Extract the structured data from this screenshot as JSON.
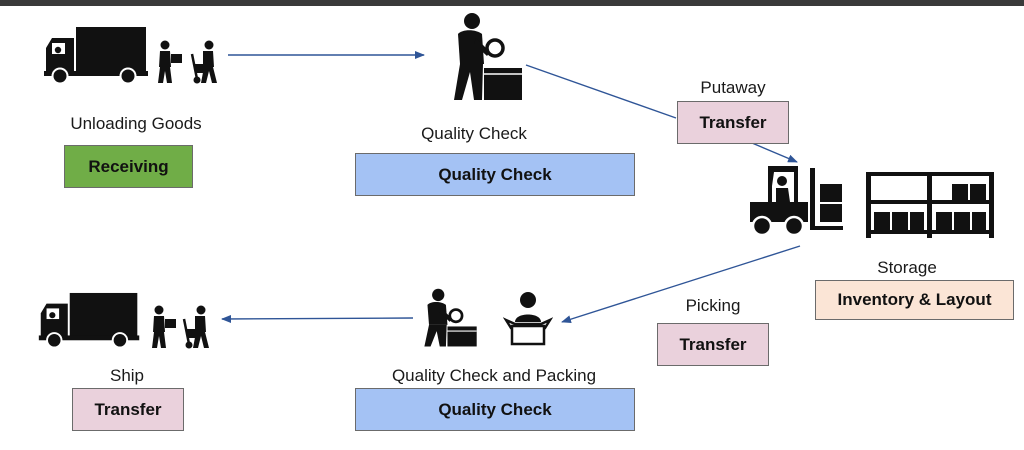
{
  "stages": {
    "unloading": {
      "caption": "Unloading Goods",
      "tag": "Receiving"
    },
    "quality_check": {
      "caption": "Quality Check",
      "tag": "Quality Check"
    },
    "putaway": {
      "caption": "Putaway",
      "tag": "Transfer"
    },
    "storage": {
      "caption": "Storage",
      "tag": "Inventory & Layout"
    },
    "picking": {
      "caption": "Picking",
      "tag": "Transfer"
    },
    "qc_packing": {
      "caption": "Quality Check and Packing",
      "tag": "Quality Check"
    },
    "ship": {
      "caption": "Ship",
      "tag": "Transfer"
    }
  },
  "colors": {
    "receiving": "#70ad47",
    "quality_check": "#a4c2f4",
    "transfer": "#ead1dc",
    "inventory": "#fbe5d6",
    "arrow": "#2f5597",
    "icon": "#111111"
  },
  "icons": [
    "truck-icon",
    "worker-carrying-box-icon",
    "worker-with-hand-truck-icon",
    "inspector-magnifier-icon",
    "forklift-icon",
    "warehouse-shelf-icon",
    "open-box-person-icon"
  ]
}
